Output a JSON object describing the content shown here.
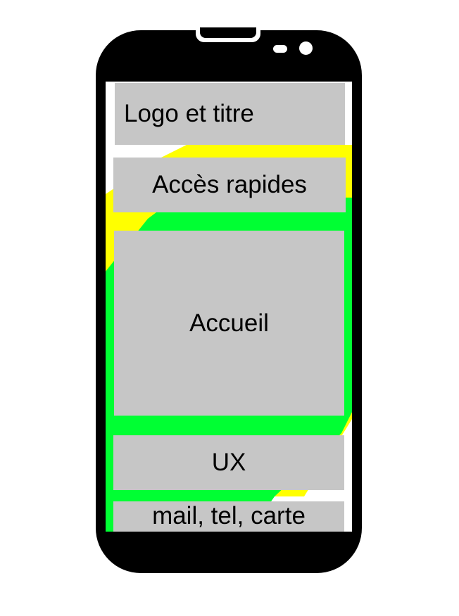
{
  "colors": {
    "phone_body": "#000000",
    "screen_bg": "#ffffff",
    "stripe_yellow": "#ffff00",
    "stripe_green": "#00ff33",
    "block_gray": "#c6c6c6",
    "text": "#000000"
  },
  "icons": {
    "notch": "notch-icon",
    "sensor": "sensor-icon",
    "camera": "camera-icon"
  },
  "screen": {
    "blocks": [
      {
        "label": "Logo et titre"
      },
      {
        "label": "Accès rapides"
      },
      {
        "label": "Accueil"
      },
      {
        "label": "UX"
      },
      {
        "label": "mail, tel, carte"
      }
    ]
  }
}
